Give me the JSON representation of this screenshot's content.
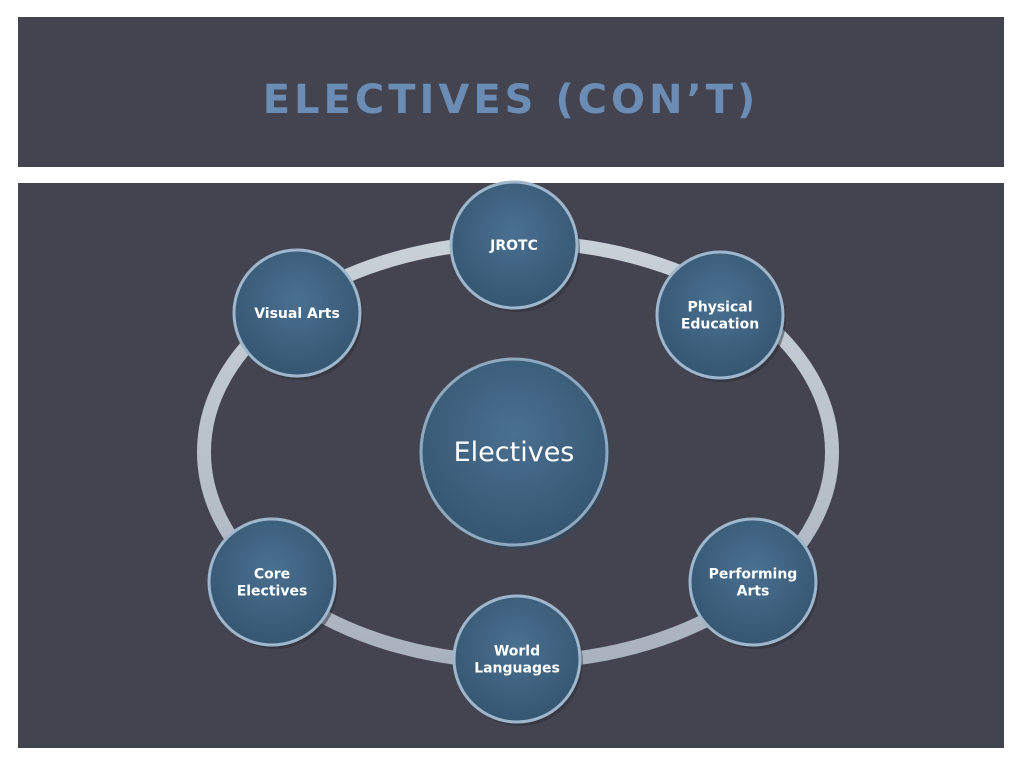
{
  "slide": {
    "title": "ELECTIVES (CON’T)"
  },
  "diagram": {
    "center": {
      "label": "Electives"
    },
    "nodes": [
      {
        "id": "jrotc",
        "lines": [
          "JROTC"
        ]
      },
      {
        "id": "physical-education",
        "lines": [
          "Physical",
          "Education"
        ]
      },
      {
        "id": "performing-arts",
        "lines": [
          "Performing",
          "Arts"
        ]
      },
      {
        "id": "world-languages",
        "lines": [
          "World",
          "Languages"
        ]
      },
      {
        "id": "core-electives",
        "lines": [
          "Core",
          "Electives"
        ]
      },
      {
        "id": "visual-arts",
        "lines": [
          "Visual Arts"
        ]
      }
    ]
  },
  "colors": {
    "background": "#444451",
    "title": "#6b8db5",
    "node_fill": "#3c5f7f",
    "node_stroke": "#9fb7cc",
    "ring": "#b8c0ca",
    "text": "#ffffff"
  }
}
